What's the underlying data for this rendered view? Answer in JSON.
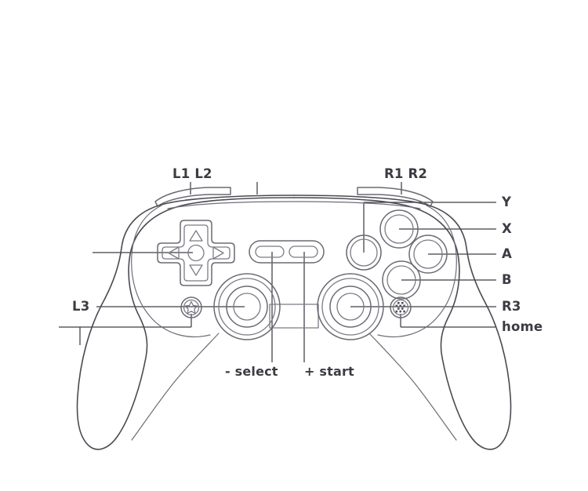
{
  "diagram": {
    "title": "Game controller button layout diagram",
    "subject": "gamepad-controller",
    "background_color": "#ffffff",
    "line_color": "#4a4a52",
    "label_color": "#3b3b43",
    "leader_color": "#3d3d45"
  },
  "labels": {
    "shoulder_left": "L1 L2",
    "shoulder_right": "R1 R2",
    "face_y": "Y",
    "face_x": "X",
    "face_a": "A",
    "face_b": "B",
    "stick_right": "R3",
    "home": "home",
    "stick_left": "L3",
    "select": "- select",
    "start": "+ start"
  },
  "parts": [
    {
      "name": "left-shoulder-buttons",
      "label": "L1 L2",
      "label_position": "top-left"
    },
    {
      "name": "right-shoulder-buttons",
      "label": "R1 R2",
      "label_position": "top-right"
    },
    {
      "name": "dpad",
      "label": "",
      "label_position": "left"
    },
    {
      "name": "y-button",
      "label": "Y",
      "label_position": "right"
    },
    {
      "name": "x-button",
      "label": "X",
      "label_position": "right"
    },
    {
      "name": "a-button",
      "label": "A",
      "label_position": "right"
    },
    {
      "name": "b-button",
      "label": "B",
      "label_position": "right"
    },
    {
      "name": "right-stick-r3",
      "label": "R3",
      "label_position": "right"
    },
    {
      "name": "home-button",
      "label": "home",
      "label_position": "right"
    },
    {
      "name": "left-stick-l3",
      "label": "L3",
      "label_position": "left"
    },
    {
      "name": "select-button",
      "label": "- select",
      "label_position": "bottom"
    },
    {
      "name": "start-button",
      "label": "+ start",
      "label_position": "bottom"
    }
  ],
  "icons": {
    "dpad_center": "circle",
    "dpad_arrows": [
      "triangle-up",
      "triangle-right",
      "triangle-down",
      "triangle-left"
    ],
    "l3_glyph": "star-icon",
    "home_glyph": "checkered-dots-icon"
  }
}
